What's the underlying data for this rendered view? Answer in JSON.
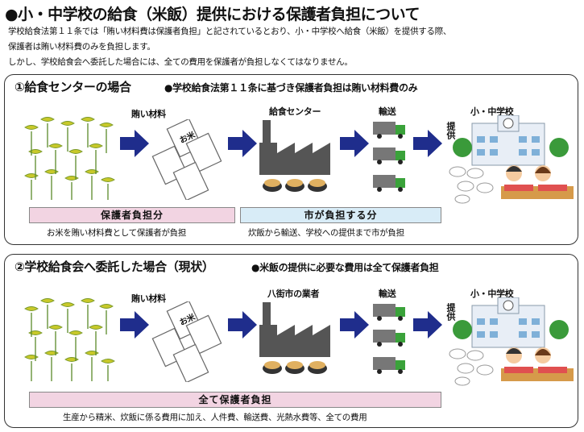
{
  "header": {
    "title": "●小・中学校の給食（米飯）提供における保護者負担について",
    "intro_lines": [
      "学校給食法第１１条では「賄い材料費は保護者負担」と記されているとおり、小・中学校へ給食（米飯）を提供する際、",
      "保護者は賄い材料費のみを負担します。",
      "しかし、学校給食会へ委託した場合には、全ての費用を保護者が負担しなくてはなりません。"
    ]
  },
  "panel1": {
    "title": "①給食センターの場合",
    "note": "●学校給食法第１１条に基づき保護者負担は賄い材料費のみ",
    "labels": {
      "materials": "賄い材料",
      "center": "給食センター",
      "transport": "輸送",
      "provide": "提供",
      "school": "小・中学校"
    },
    "rice_bag_text": "お米",
    "bars": [
      {
        "label": "保護者負担分",
        "caption": "お米を賄い材料費として保護者が負担"
      },
      {
        "label": "市が負担する分",
        "caption": "炊飯から輸送、学校への提供まで市が負担"
      }
    ]
  },
  "panel2": {
    "title": "②学校給食会へ委託した場合（現状）",
    "note": "●米飯の提供に必要な費用は全て保護者負担",
    "labels": {
      "materials": "賄い材料",
      "center": "八街市の業者",
      "transport": "輸送",
      "provide": "提供",
      "school": "小・中学校"
    },
    "rice_bag_text": "お米",
    "bars": [
      {
        "label": "全て保護者負担",
        "caption": "生産から精米、炊飯に係る費用に加え、人件費、輸送費、光熱水費等、全ての費用"
      }
    ]
  },
  "colors": {
    "arrow": "#1f2d8c",
    "pink_bar": "#f2d4e2",
    "blue_bar": "#d8ecf7",
    "truck_green": "#3aa23a"
  }
}
